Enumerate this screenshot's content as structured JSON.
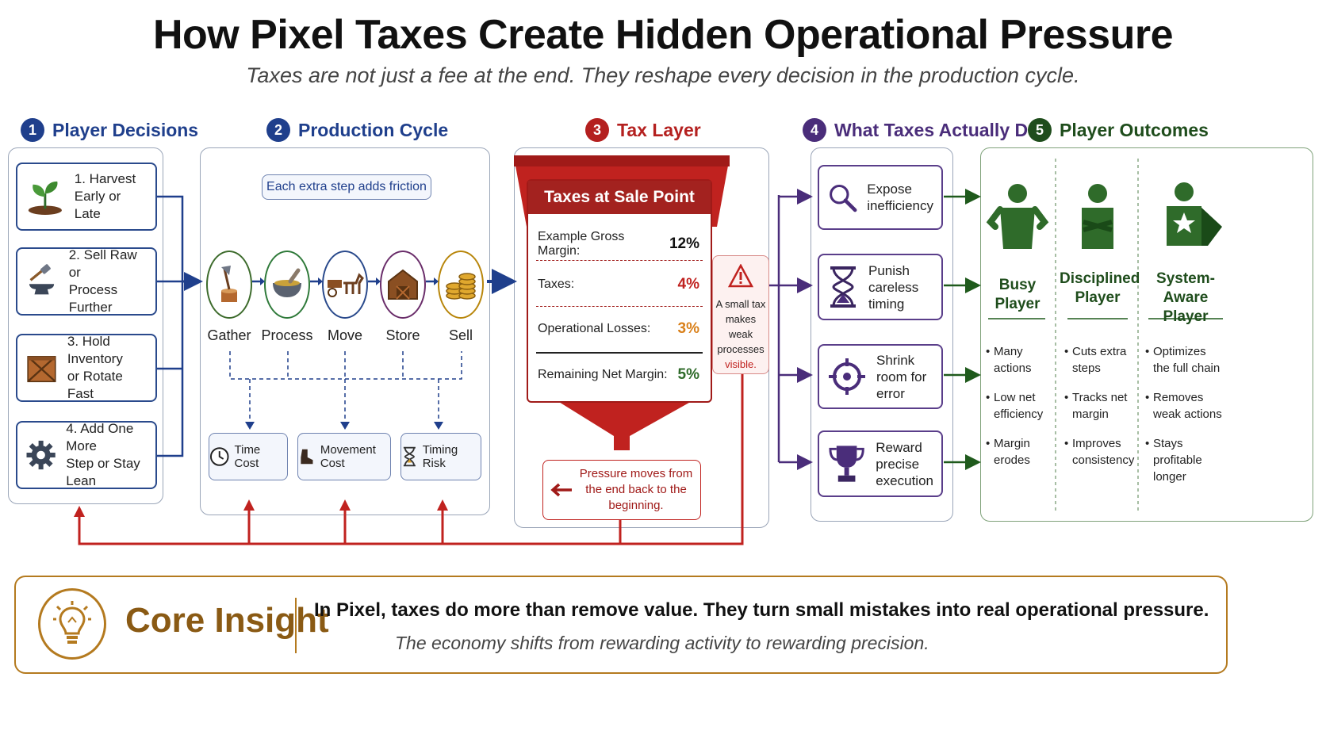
{
  "header": {
    "title": "How Pixel Taxes Create Hidden Operational Pressure",
    "subtitle": "Taxes are not just a fee at the end. They reshape every decision in the production cycle."
  },
  "sections": [
    {
      "num": "1",
      "label": "Player Decisions",
      "color": "#1f3f8c"
    },
    {
      "num": "2",
      "label": "Production Cycle",
      "color": "#1f3f8c"
    },
    {
      "num": "3",
      "label": "Tax Layer",
      "color": "#b4201f"
    },
    {
      "num": "4",
      "label": "What Taxes Actually Do",
      "color": "#4a2d7a"
    },
    {
      "num": "5",
      "label": "Player Outcomes",
      "color": "#1f4d1c"
    }
  ],
  "decisions": [
    {
      "text": "1. Harvest\nEarly or Late",
      "icon": "sprout-icon"
    },
    {
      "text": "2. Sell Raw or\nProcess Further",
      "icon": "anvil-hammer-icon"
    },
    {
      "text": "3. Hold Inventory\nor Rotate Fast",
      "icon": "crate-icon"
    },
    {
      "text": "4. Add One More\nStep or Stay Lean",
      "icon": "gear-icon"
    }
  ],
  "production": {
    "friction_note": "Each extra step adds friction",
    "steps": [
      {
        "label": "Gather",
        "icon": "axe-stump-icon",
        "color": "#3d6b2c"
      },
      {
        "label": "Process",
        "icon": "mortar-pestle-icon",
        "color": "#2f7a3a"
      },
      {
        "label": "Move",
        "icon": "horse-cart-icon",
        "color": "#2a4a8c"
      },
      {
        "label": "Store",
        "icon": "barn-icon",
        "color": "#6a2d6a"
      },
      {
        "label": "Sell",
        "icon": "coins-icon",
        "color": "#b8860b"
      }
    ],
    "costs": [
      {
        "label": "Time Cost",
        "icon": "clock-icon"
      },
      {
        "label": "Movement Cost",
        "icon": "boot-icon"
      },
      {
        "label": "Timing Risk",
        "icon": "hourglass-icon"
      }
    ]
  },
  "tax": {
    "header": "Taxes at Sale Point",
    "rows": [
      {
        "label": "Example Gross Margin:",
        "value": "12%",
        "color": "#111111"
      },
      {
        "label": "Taxes:",
        "value": "4%",
        "color": "#c0221f"
      },
      {
        "label": "Operational Losses:",
        "value": "3%",
        "color": "#d9801a"
      },
      {
        "label": "Remaining Net Margin:",
        "value": "5%",
        "color": "#2f6b2a"
      }
    ],
    "warning_text": "A small tax makes weak processes",
    "warning_highlight": "visible.",
    "pressure_note": "Pressure moves from the end back to the beginning."
  },
  "effects": [
    {
      "text": "Expose\ninefficiency",
      "icon": "magnifier-icon"
    },
    {
      "text": "Punish\ncareless\ntiming",
      "icon": "hourglass-icon"
    },
    {
      "text": "Shrink\nroom for\nerror",
      "icon": "crosshair-icon"
    },
    {
      "text": "Reward\nprecise\nexecution",
      "icon": "trophy-icon"
    }
  ],
  "outcomes": [
    {
      "name": "Busy Player",
      "icon": "shrugging-person-icon",
      "bullets": [
        "Many actions",
        "Low net efficiency",
        "Margin erodes"
      ]
    },
    {
      "name": "Disciplined Player",
      "icon": "arms-crossed-person-icon",
      "bullets": [
        "Cuts extra steps",
        "Tracks net margin",
        "Improves consistency"
      ]
    },
    {
      "name": "System-Aware Player",
      "icon": "caped-hero-icon",
      "bullets": [
        "Optimizes the full chain",
        "Removes weak actions",
        "Stays profitable longer"
      ]
    }
  ],
  "insight": {
    "label": "Core Insight",
    "icon": "lightbulb-icon",
    "headline": "In Pixel, taxes do more than remove value. They turn small mistakes into real operational pressure.",
    "sub": "The economy shifts from rewarding activity to rewarding precision."
  }
}
